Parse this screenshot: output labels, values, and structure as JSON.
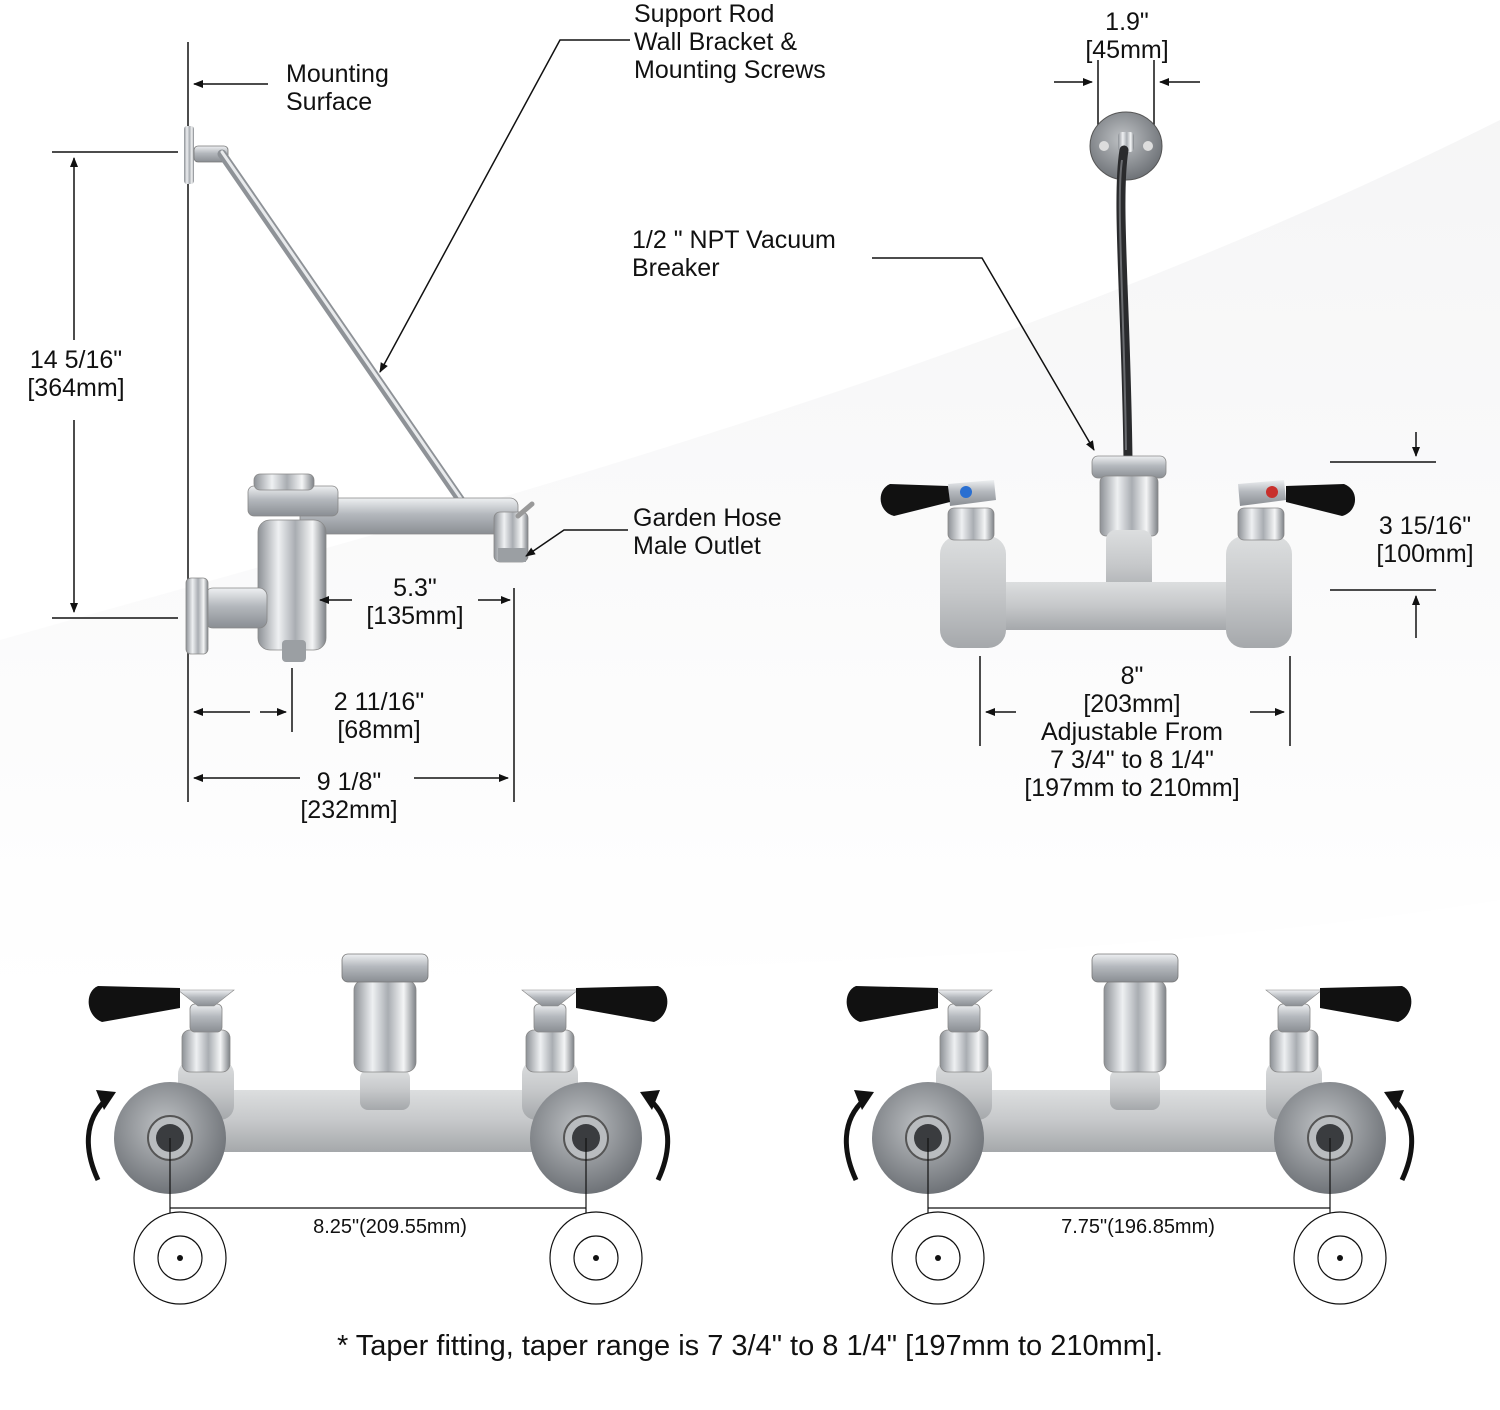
{
  "labels": {
    "mounting_surface": [
      "Mounting",
      "Surface"
    ],
    "support_rod": [
      "Support Rod",
      "Wall Bracket &",
      "Mounting Screws"
    ],
    "height": [
      "14 5/16\"",
      "[364mm]"
    ],
    "garden_hose": [
      "Garden Hose",
      "Male Outlet"
    ],
    "spout_length": [
      "5.3\"",
      "[135mm]"
    ],
    "wall_offset": [
      "2 11/16\"",
      "[68mm]"
    ],
    "total_depth": [
      "9 1/8\"",
      "[232mm]"
    ],
    "bracket_width": [
      "1.9\"",
      "[45mm]"
    ],
    "vacuum_breaker": [
      "1/2 \" NPT  Vacuum",
      "Breaker"
    ],
    "body_height": [
      "3 15/16\"",
      "[100mm]"
    ],
    "center_spread": [
      "8\"",
      "[203mm]",
      "Adjustable From",
      "7 3/4\" to 8 1/4\"",
      "[197mm to 210mm]"
    ]
  },
  "bottom_views": [
    {
      "spacing": "8.25\"(209.55mm)"
    },
    {
      "spacing": "7.75\"(196.85mm)"
    }
  ],
  "footnote": "* Taper fitting, taper range is 7 3/4\" to 8 1/4\" [197mm to 210mm]."
}
